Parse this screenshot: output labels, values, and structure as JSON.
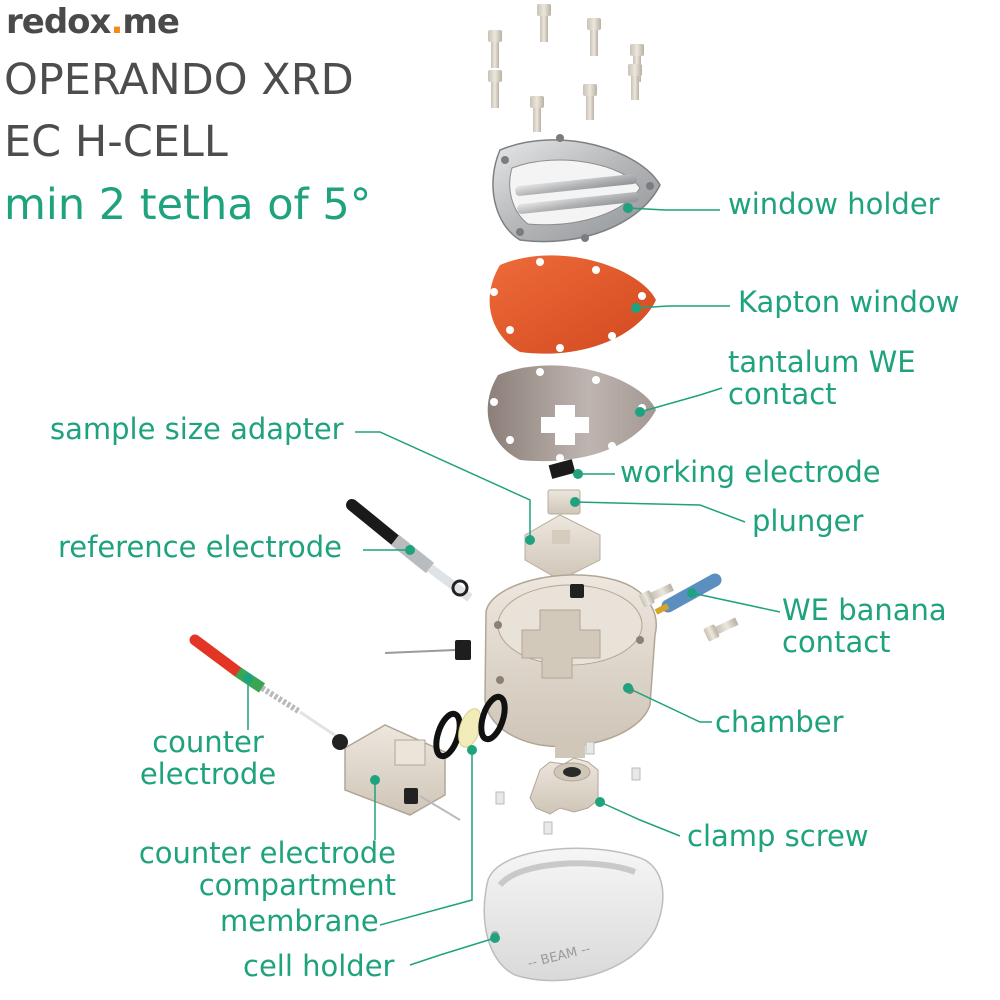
{
  "brand": {
    "name": "redox",
    "dot": ".",
    "suffix": "me"
  },
  "title": {
    "line1": "OPERANDO XRD",
    "line2": "EC H-CELL",
    "line3": "min 2 tetha of 5°"
  },
  "labels": {
    "window_holder": "window holder",
    "kapton_window": "Kapton window",
    "tantalum_contact": "tantalum WE\ncontact",
    "sample_size_adapter": "sample size adapter",
    "working_electrode": "working electrode",
    "plunger": "plunger",
    "reference_electrode": "reference electrode",
    "we_banana_contact": "WE banana\ncontact",
    "chamber": "chamber",
    "counter_electrode": "counter\nelectrode",
    "clamp_screw": "clamp screw",
    "ce_compartment": "counter electrode\ncompartment",
    "membrane": "membrane",
    "cell_holder": "cell holder"
  },
  "holder_mark": "-- BEAM --",
  "colors": {
    "accent": "#1fa27e",
    "brand_dot": "#f28c1a",
    "kapton": "#e2592a",
    "tantalum": "#a89c96",
    "peek": "#e3dbd0",
    "steel": "#c8cacb",
    "text_dark": "#4d4d4d"
  }
}
